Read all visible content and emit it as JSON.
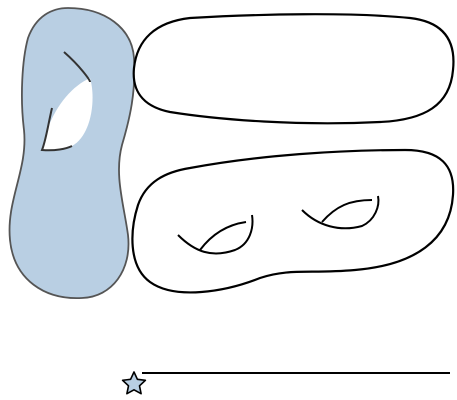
{
  "diagram": {
    "description_visible_text": "",
    "shapes": [
      {
        "name": "blue-vertical-mask",
        "fill": "#b9cfe3",
        "stroke": "#555555"
      },
      {
        "name": "white-oval",
        "fill": "#ffffff",
        "stroke": "#000000"
      },
      {
        "name": "white-mask",
        "fill": "#ffffff",
        "stroke": "#000000"
      },
      {
        "name": "star-marker",
        "fill": "#b9cfe3",
        "stroke": "#000000"
      },
      {
        "name": "baseline",
        "stroke": "#000000"
      }
    ]
  }
}
